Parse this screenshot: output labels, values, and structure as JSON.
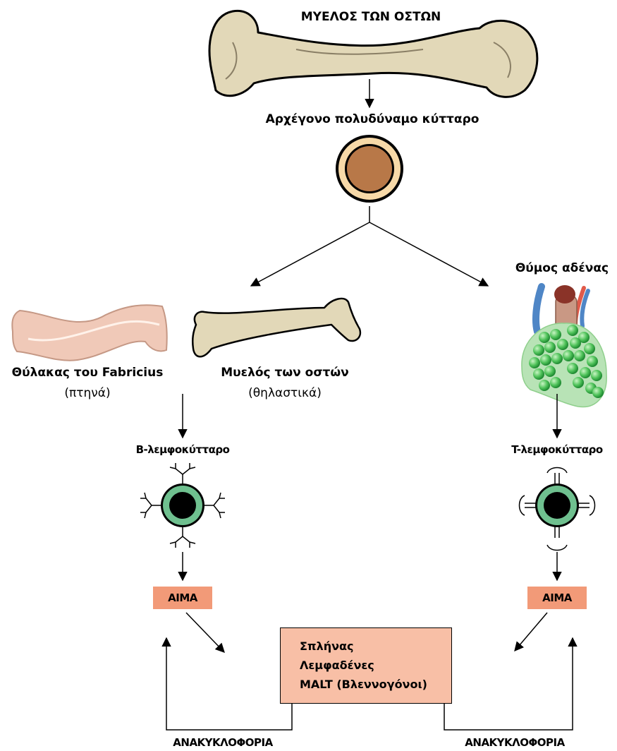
{
  "title": "ΜΥΕΛΟΣ ΤΩΝ ΟΣΤΩΝ",
  "stem_cell": "Αρχέγονο πολυδύναμο κύτταρο",
  "thymus": "Θύμος αδένας",
  "bursa": {
    "name": "Θύλακας του Fabricius",
    "note": "(πτηνά)"
  },
  "marrow": {
    "name": "Μυελός των οστών",
    "note": "(θηλαστικά)"
  },
  "b_cell": "B-λεμφοκύτταρο",
  "t_cell": "T-λεμφοκύτταρο",
  "blood": "AIMA",
  "organs": [
    "Σπλήνας",
    "Λεμφαδένες",
    "MALT (Βλεννογόνοι)"
  ],
  "recirculation": "ΑΝΑΚΥΚΛΟΦΟΡΙΑ",
  "colors": {
    "bone": "#e2d8b8",
    "bursa": "#f0c9b8",
    "stem_cell": "#b87848",
    "stem_ring": "#f7d9a8",
    "lymphocyte": "#6fc08f",
    "blood_box": "#f29a78",
    "organ_box": "#f8bfa6",
    "thymus_tissue": "#b8e3b6"
  }
}
